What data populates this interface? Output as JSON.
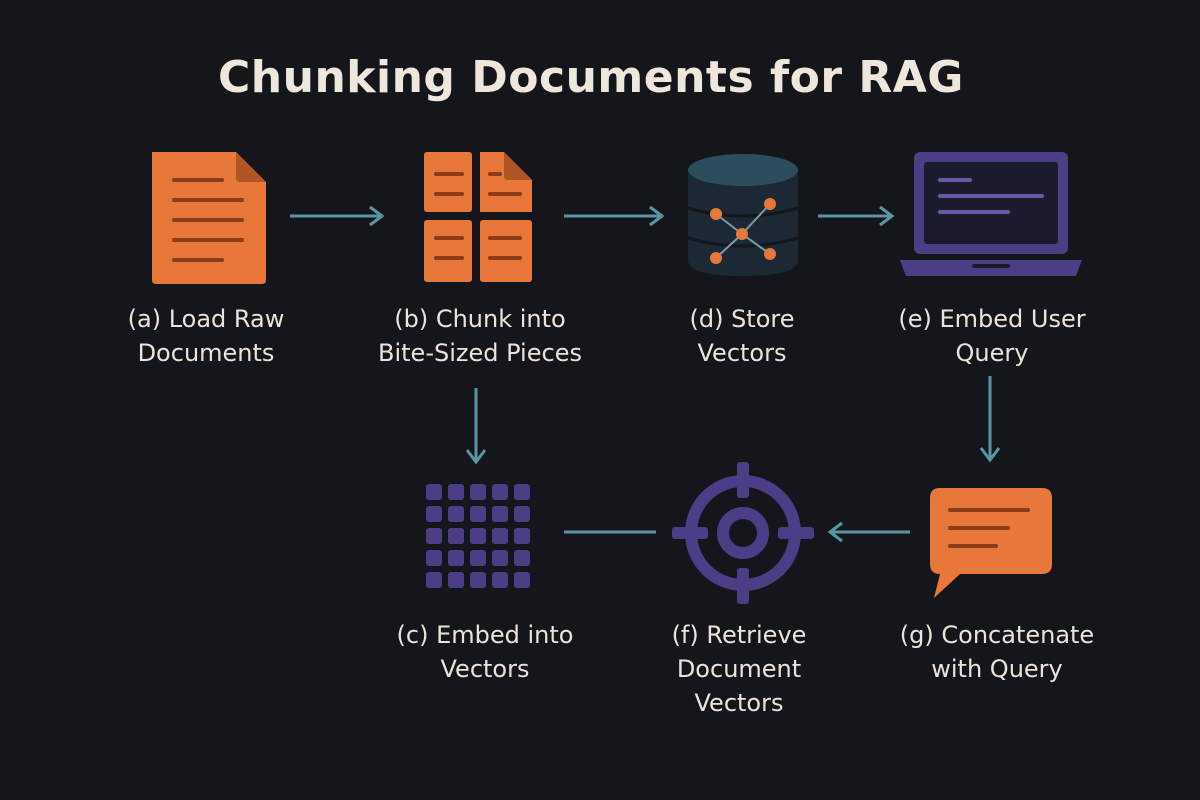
{
  "title": "Chunking Documents for RAG",
  "colors": {
    "background": "#14161b",
    "orange": "#e8773a",
    "purple": "#4b3d86",
    "teal": "#5a95a6",
    "db_dark": "#1c2834",
    "text": "#ece4da"
  },
  "steps": {
    "a": {
      "line1": "(a)  Load Raw",
      "line2": "Documents",
      "icon": "document-icon"
    },
    "b": {
      "line1": "(b) Chunk into",
      "line2": "Bite-Sized Pieces",
      "icon": "chunked-document-icon"
    },
    "c": {
      "line1": "(c)  Embed into",
      "line2": "Vectors",
      "icon": "vector-grid-icon"
    },
    "d": {
      "line1": "(d)  Store",
      "line2": "Vectors",
      "icon": "vector-database-icon"
    },
    "e": {
      "line1": "(e)  Embed User",
      "line2": "Query",
      "icon": "laptop-icon"
    },
    "f": {
      "line1": "(f)  Retrieve",
      "line2": "Document",
      "line3": "Vectors",
      "icon": "target-icon"
    },
    "g": {
      "line1": "(g)  Concatenate",
      "line2": "with Query",
      "icon": "chat-bubble-icon"
    }
  }
}
